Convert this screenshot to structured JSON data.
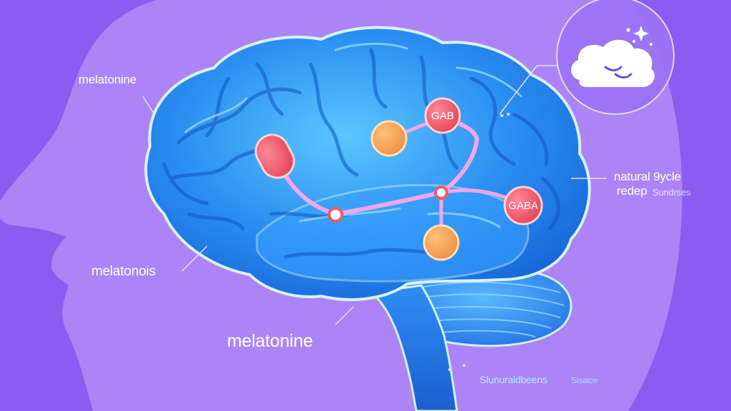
{
  "labels": {
    "left_top": "melatonine",
    "left_mid": "melatonois",
    "bottom_center": "melatonine",
    "right_line1": "natural 9ycle",
    "right_line2": "redep",
    "right_line2_faint": "Sundrses",
    "caption": "Slunuraldbeens",
    "caption_faint": "Sisaice"
  },
  "nodes": {
    "gab": "GAB",
    "gaba": "GABA"
  },
  "colors": {
    "background": "#8a5cf0",
    "head_silhouette": "#b38cf7",
    "brain": "#1f7ae6",
    "pathway": "#f3a6e6",
    "red_node": "#ee5a6b",
    "orange_node": "#f5a25a"
  },
  "icons": [
    "sleep-cloud-icon",
    "sparkle-icon"
  ]
}
